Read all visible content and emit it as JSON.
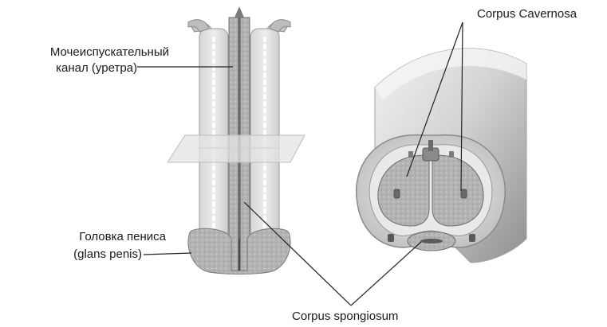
{
  "labels": {
    "urethra_line1": "Мочеиспускательный",
    "urethra_line2": "канал (уретра)",
    "glans_line1": "Головка пениса",
    "glans_line2": "(glans penis)",
    "corpus_cavernosa": "Corpus Cavernosa",
    "corpus_spongiosum": "Corpus spongiosum"
  },
  "colors": {
    "tissue_light": "#c9c9c9",
    "tissue_mid": "#9a9a9a",
    "tissue_dark": "#5a5a5a",
    "sponge_fill": "#b5b5b5",
    "leader_line": "#222222",
    "label_text": "#1a1a1a"
  }
}
